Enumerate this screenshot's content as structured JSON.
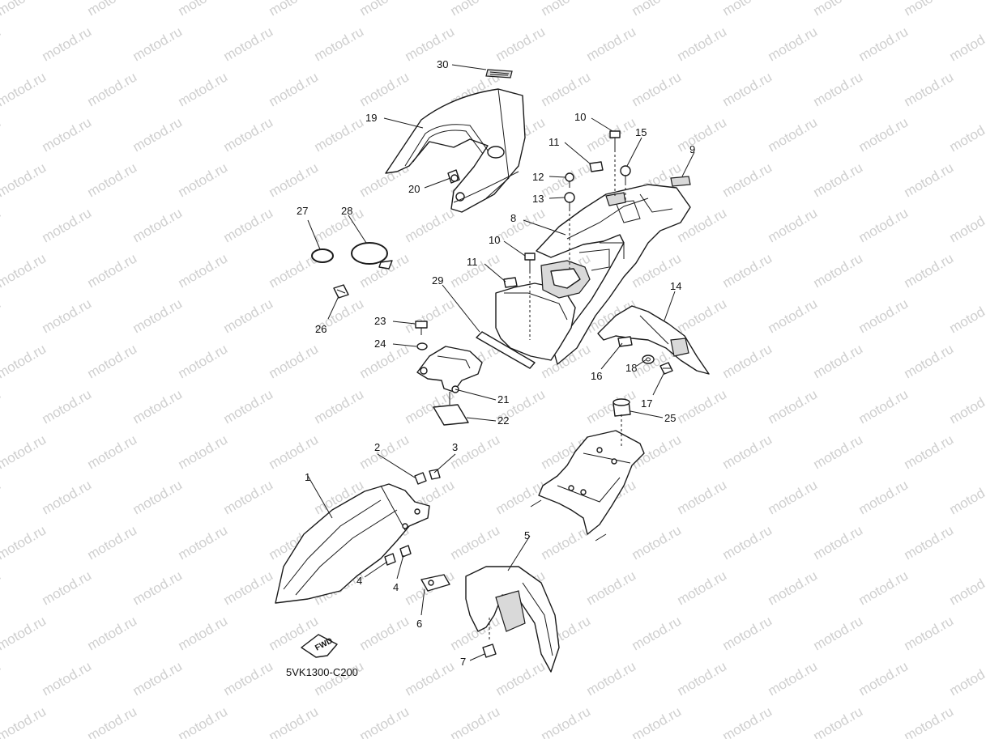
{
  "watermark": {
    "text": "motod.ru"
  },
  "diagram": {
    "code": "5VK1300-C200",
    "fwd_label": "FWD",
    "callouts": [
      {
        "id": "c1",
        "label": "1"
      },
      {
        "id": "c2",
        "label": "2"
      },
      {
        "id": "c3",
        "label": "3"
      },
      {
        "id": "c4a",
        "label": "4"
      },
      {
        "id": "c4b",
        "label": "4"
      },
      {
        "id": "c5",
        "label": "5"
      },
      {
        "id": "c6",
        "label": "6"
      },
      {
        "id": "c7",
        "label": "7"
      },
      {
        "id": "c8",
        "label": "8"
      },
      {
        "id": "c9",
        "label": "9"
      },
      {
        "id": "c10a",
        "label": "10"
      },
      {
        "id": "c10b",
        "label": "10"
      },
      {
        "id": "c11a",
        "label": "11"
      },
      {
        "id": "c11b",
        "label": "11"
      },
      {
        "id": "c12",
        "label": "12"
      },
      {
        "id": "c13",
        "label": "13"
      },
      {
        "id": "c14",
        "label": "14"
      },
      {
        "id": "c15",
        "label": "15"
      },
      {
        "id": "c16",
        "label": "16"
      },
      {
        "id": "c17",
        "label": "17"
      },
      {
        "id": "c18",
        "label": "18"
      },
      {
        "id": "c19",
        "label": "19"
      },
      {
        "id": "c20",
        "label": "20"
      },
      {
        "id": "c21",
        "label": "21"
      },
      {
        "id": "c22",
        "label": "22"
      },
      {
        "id": "c23",
        "label": "23"
      },
      {
        "id": "c24",
        "label": "24"
      },
      {
        "id": "c25",
        "label": "25"
      },
      {
        "id": "c26",
        "label": "26"
      },
      {
        "id": "c27",
        "label": "27"
      },
      {
        "id": "c28",
        "label": "28"
      },
      {
        "id": "c29",
        "label": "29"
      },
      {
        "id": "c30",
        "label": "30"
      }
    ]
  }
}
